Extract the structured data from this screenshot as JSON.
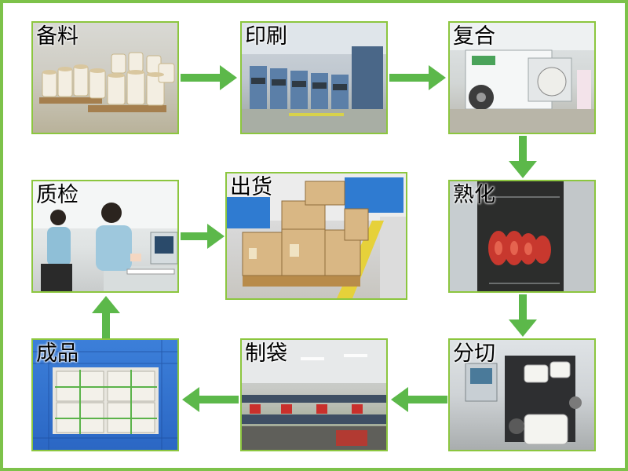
{
  "steps": {
    "beiliao": "备料",
    "yinshua": "印刷",
    "fuhe": "复合",
    "shuhua": "熟化",
    "fenqie": "分切",
    "zhidai": "制袋",
    "chengpin": "成品",
    "zhijian": "质检",
    "chuhuo": "出货"
  },
  "colors": {
    "border": "#7dc24a",
    "arrow": "#5cb84a"
  },
  "icons": [
    "arrow-right-icon",
    "arrow-down-icon",
    "arrow-left-icon",
    "arrow-up-icon"
  ]
}
